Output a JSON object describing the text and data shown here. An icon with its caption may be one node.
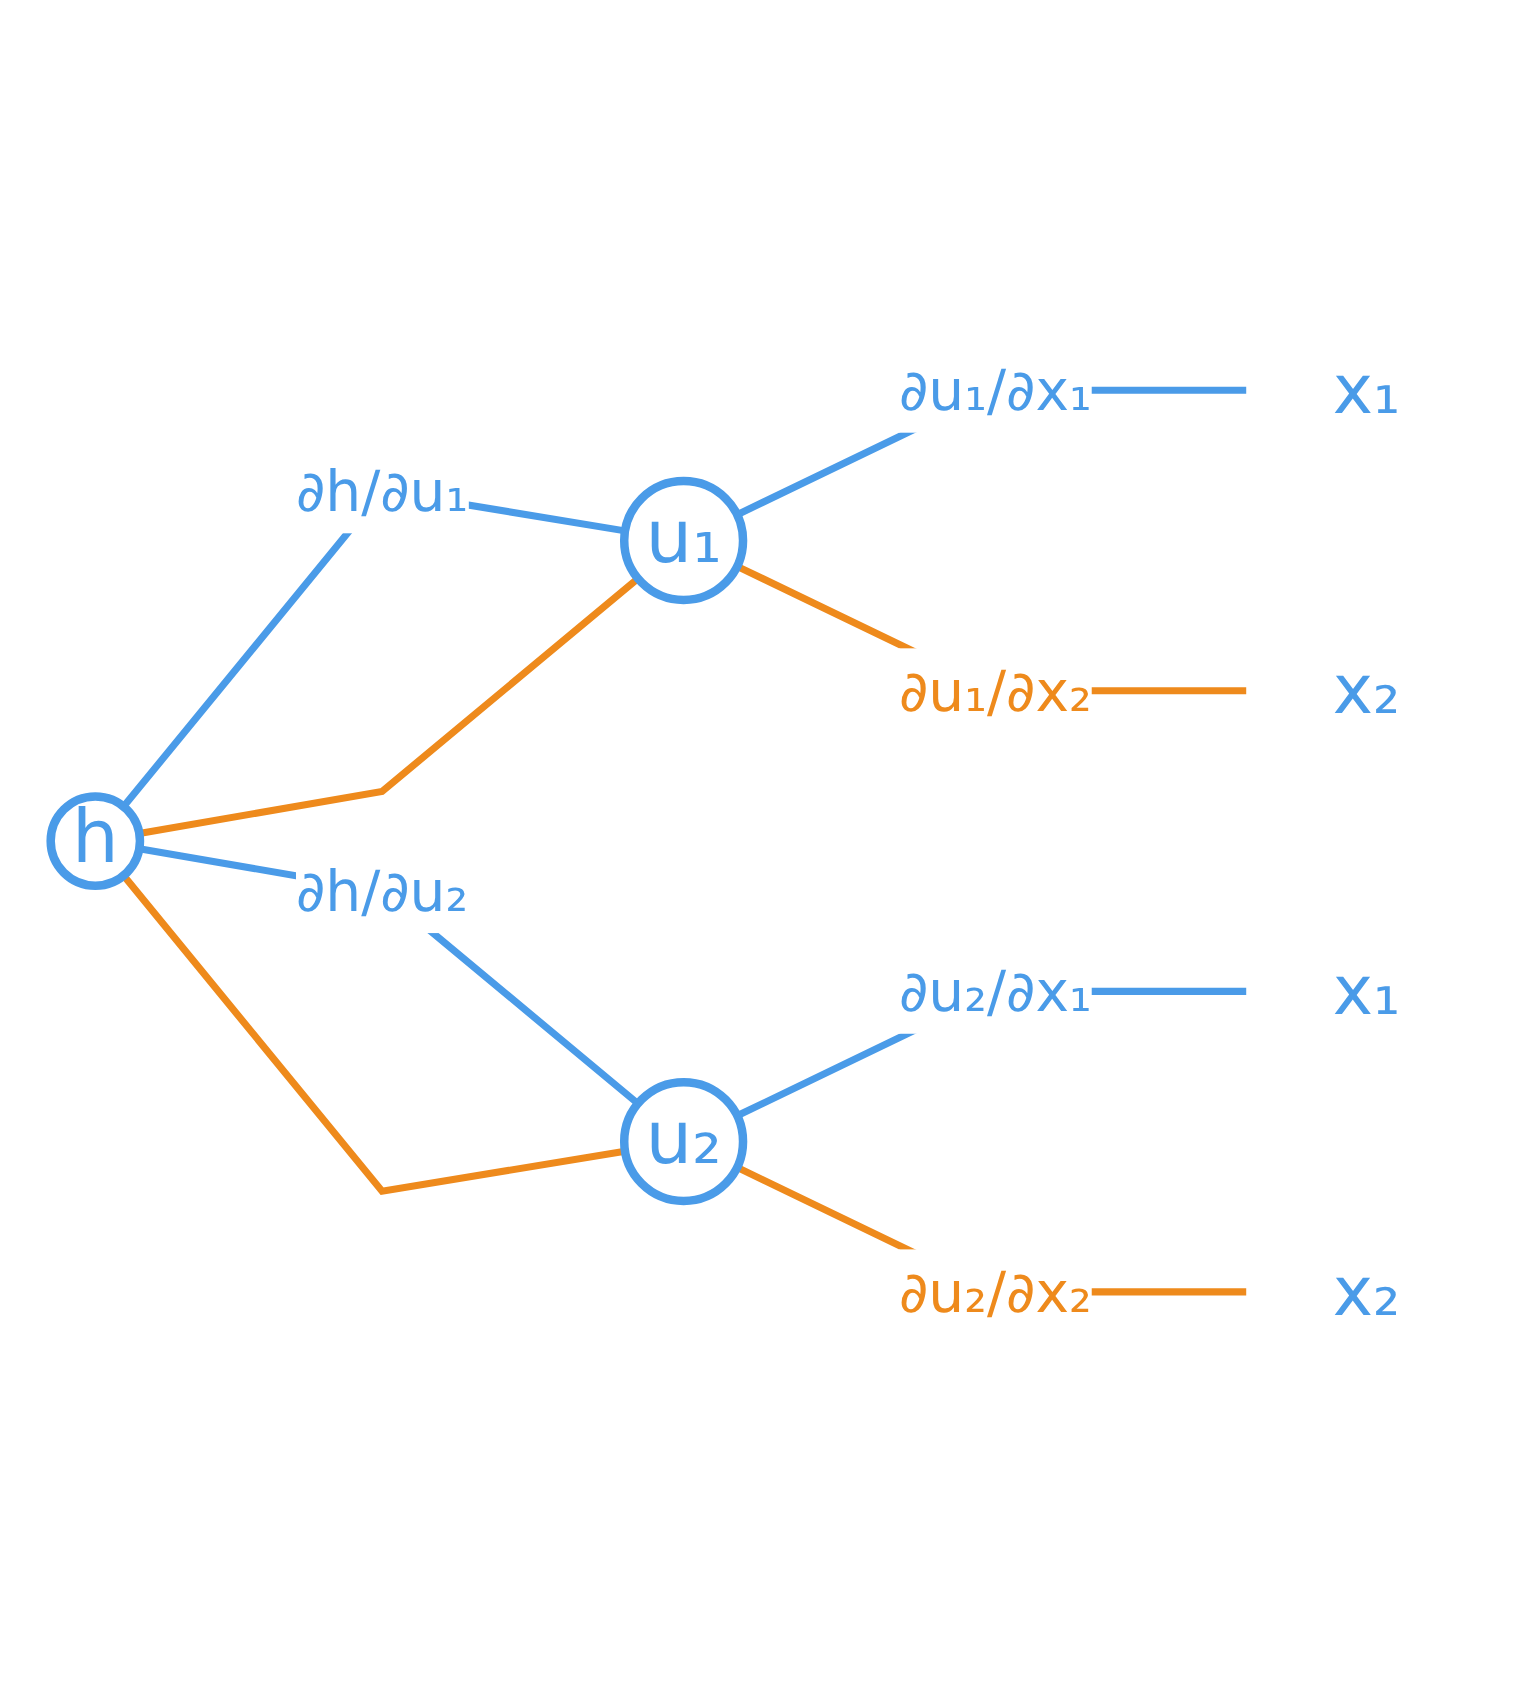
{
  "diagram": {
    "nodes": [
      {
        "text": [
          "h"
        ]
      },
      {
        "text": [
          "u₁"
        ]
      },
      {
        "text": [
          "u₂"
        ]
      },
      {
        "text": [
          "x₁"
        ]
      },
      {
        "text": [
          "x₂"
        ]
      },
      {
        "text": [
          "x₁"
        ]
      },
      {
        "text": [
          "x₂"
        ]
      }
    ],
    "edges": [
      {
        "from": 0,
        "to": 1,
        "arrow": "none",
        "label": "∂h/∂u₁",
        "color": "#4a9be8"
      },
      {
        "from": 0,
        "to": 1,
        "arrow": "none",
        "color": "#ee8a1c"
      },
      {
        "from": 0,
        "to": 2,
        "arrow": "none",
        "label": "∂h/∂u₂",
        "color": "#4a9be8"
      },
      {
        "from": 0,
        "to": 2,
        "arrow": "none",
        "color": "#ee8a1c"
      },
      {
        "from": 1,
        "to": 3,
        "arrow": "none",
        "label": "∂u₁/∂x₁",
        "color": "#4a9be8"
      },
      {
        "from": 1,
        "to": 4,
        "arrow": "none",
        "label": "∂u₁/∂x₂",
        "color": "#ee8a1c"
      },
      {
        "from": 2,
        "to": 5,
        "arrow": "none",
        "label": "∂u₂/∂x₁",
        "color": "#4a9be8"
      },
      {
        "from": 2,
        "to": 6,
        "arrow": "none",
        "label": "∂u₂/∂x₂",
        "color": "#ee8a1c"
      }
    ]
  }
}
